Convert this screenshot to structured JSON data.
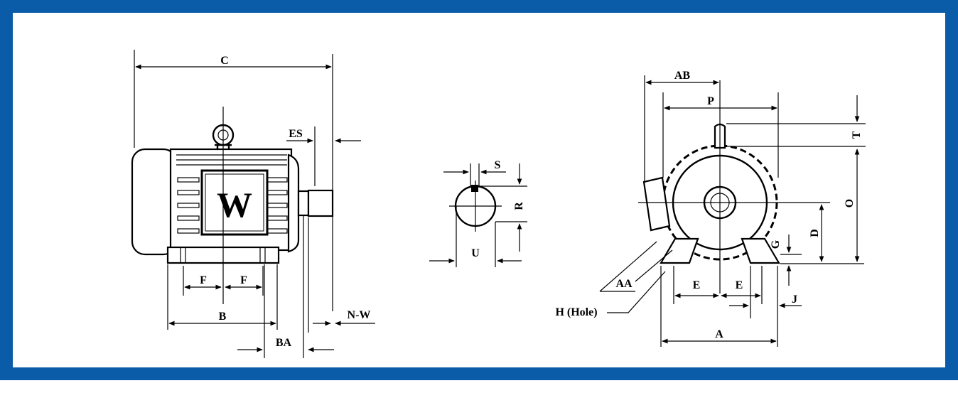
{
  "border_color": "#0a5ca8",
  "side_view": {
    "badge_letter": "W",
    "labels": {
      "c": "C",
      "es": "ES",
      "f1": "F",
      "f2": "F",
      "b": "B",
      "ba": "BA",
      "nw": "N-W"
    }
  },
  "shaft_view": {
    "labels": {
      "s": "S",
      "r": "R",
      "u": "U"
    }
  },
  "end_view": {
    "labels": {
      "ab": "AB",
      "p": "P",
      "t": "T",
      "o": "O",
      "d": "D",
      "g": "G",
      "aa": "AA",
      "h": "H (Hole)",
      "e1": "E",
      "e2": "E",
      "j": "J",
      "a": "A"
    }
  }
}
